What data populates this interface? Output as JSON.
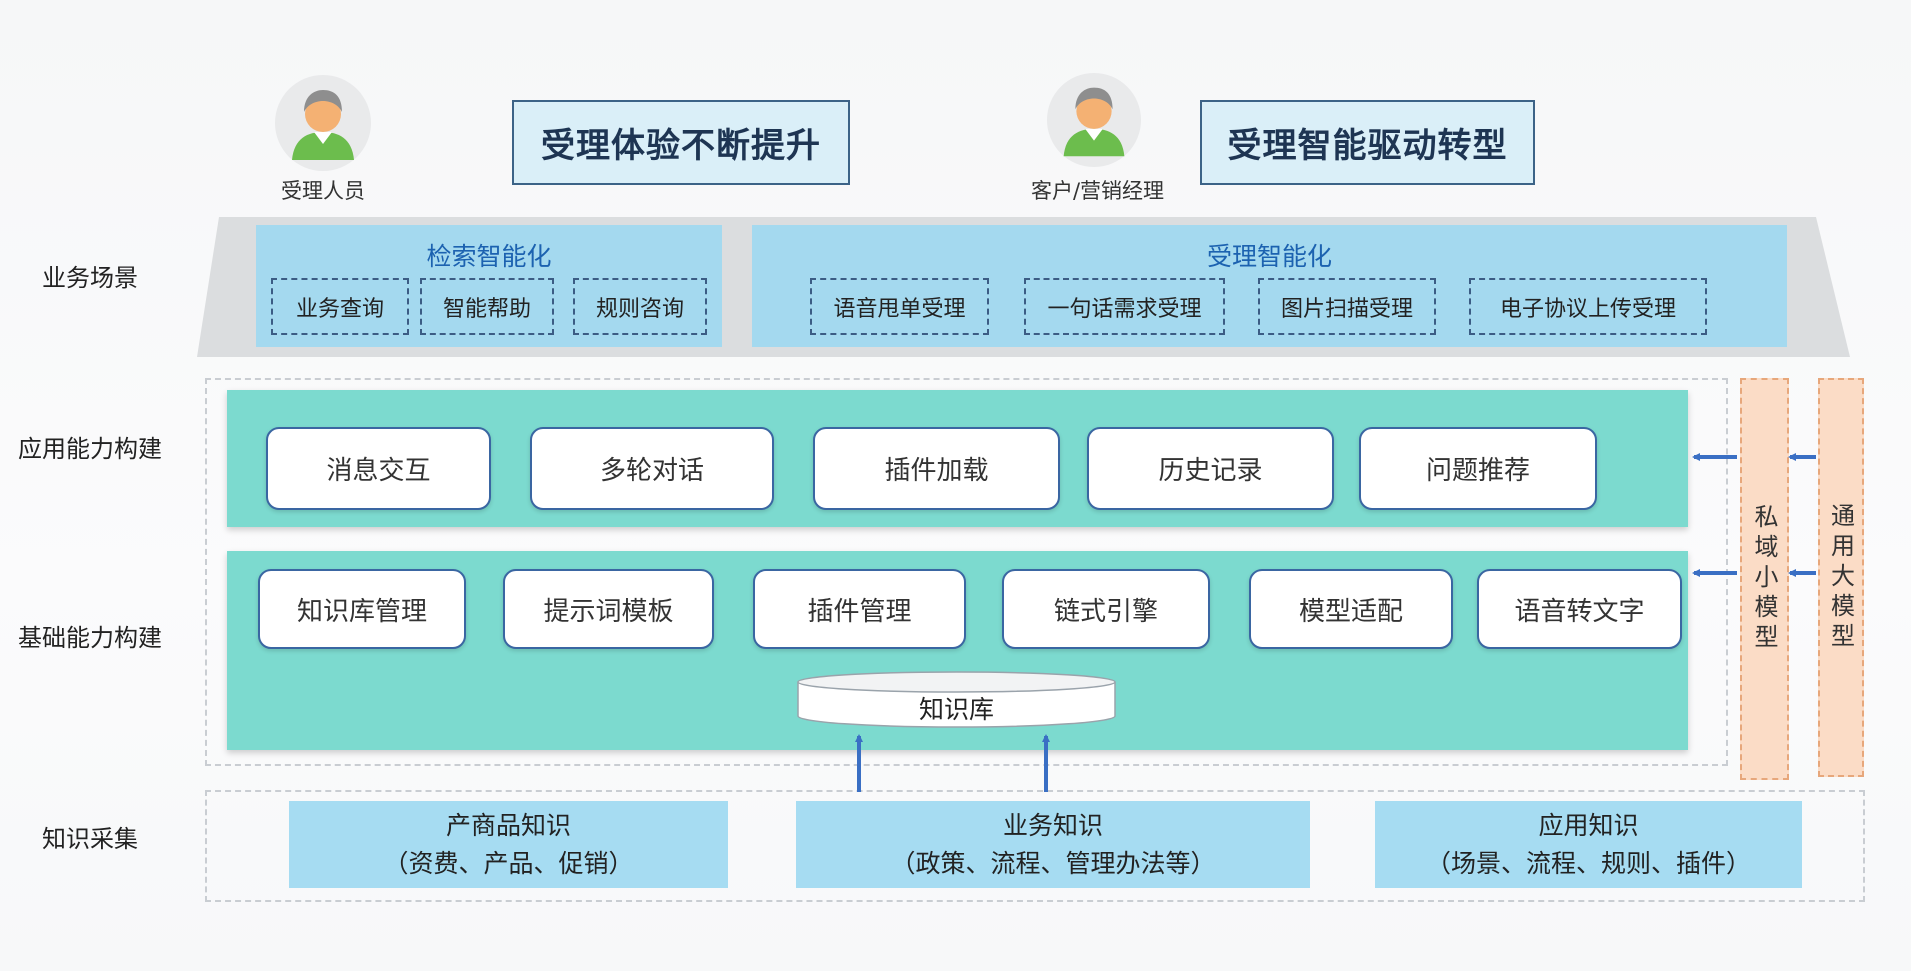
{
  "roles": [
    {
      "label": "受理人员"
    },
    {
      "label": "客户/营销经理"
    }
  ],
  "goals": [
    "受理体验不断提升",
    "受理智能驱动转型"
  ],
  "layers": {
    "business_scene": "业务场景",
    "app_capability": "应用能力构建",
    "base_capability": "基础能力构建",
    "knowledge_collection": "知识采集"
  },
  "scenes": [
    {
      "title": "检索智能化",
      "items": [
        "业务查询",
        "智能帮助",
        "规则咨询"
      ]
    },
    {
      "title": "受理智能化",
      "items": [
        "语音甩单受理",
        "一句话需求受理",
        "图片扫描受理",
        "电子协议上传受理"
      ]
    }
  ],
  "app_capabilities": [
    "消息交互",
    "多轮对话",
    "插件加载",
    "历史记录",
    "问题推荐"
  ],
  "base_capabilities": [
    "知识库管理",
    "提示词模板",
    "插件管理",
    "链式引擎",
    "模型适配",
    "语音转文字"
  ],
  "knowledge_base": "知识库",
  "models": {
    "private": "私域小模型",
    "general": "通用大模型"
  },
  "knowledge_sources": [
    {
      "title": "产商品知识",
      "detail": "（资费、产品、促销）"
    },
    {
      "title": "业务知识",
      "detail": "（政策、流程、管理办法等）"
    },
    {
      "title": "应用知识",
      "detail": "（场景、流程、规则、插件）"
    }
  ],
  "colors": {
    "goal_fill": "#daeff8",
    "scene_fill": "#a4d9ef",
    "capability_band": "#7cdacf",
    "model_fill": "#fbdcc6",
    "knowledge_fill": "#a6dcf2",
    "arrow": "#3a6fc4"
  },
  "icons": [
    "person-icon",
    "database-cylinder-icon",
    "arrow-up-icon",
    "arrow-left-icon"
  ]
}
